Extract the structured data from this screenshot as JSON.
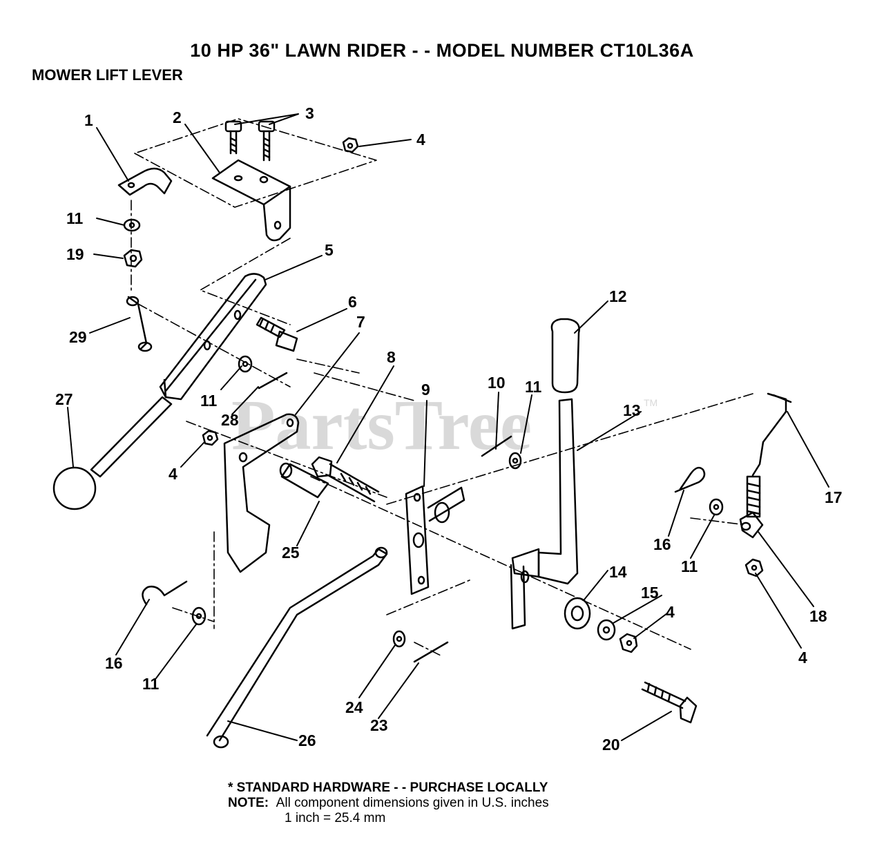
{
  "header": {
    "title": "10 HP 36\" LAWN RIDER - - MODEL NUMBER CT10L36A",
    "subtitle": "MOWER LIFT LEVER"
  },
  "watermark": {
    "text": "PartsTree",
    "trademark": "TM"
  },
  "callouts": {
    "c1": "1",
    "c2": "2",
    "c3": "3",
    "c4a": "4",
    "c4b": "4",
    "c4c": "4",
    "c4d": "4",
    "c5": "5",
    "c6": "6",
    "c7": "7",
    "c8": "8",
    "c9": "9",
    "c10": "10",
    "c11a": "11",
    "c11b": "11",
    "c11c": "11",
    "c11d": "11",
    "c11e": "11",
    "c12": "12",
    "c13": "13",
    "c14": "14",
    "c15": "15",
    "c16a": "16",
    "c16b": "16",
    "c17": "17",
    "c18": "18",
    "c19": "19",
    "c20": "20",
    "c23": "23",
    "c24": "24",
    "c25": "25",
    "c26": "26",
    "c27": "27",
    "c28": "28",
    "c29": "29"
  },
  "footer": {
    "line1": "* STANDARD HARDWARE - - PURCHASE LOCALLY",
    "note_label": "NOTE:",
    "note_text": "All component dimensions given in U.S. inches",
    "line3": "1 inch = 25.4 mm"
  },
  "colors": {
    "ink": "#000000",
    "watermark": "#d9d9d9",
    "background": "#ffffff"
  }
}
